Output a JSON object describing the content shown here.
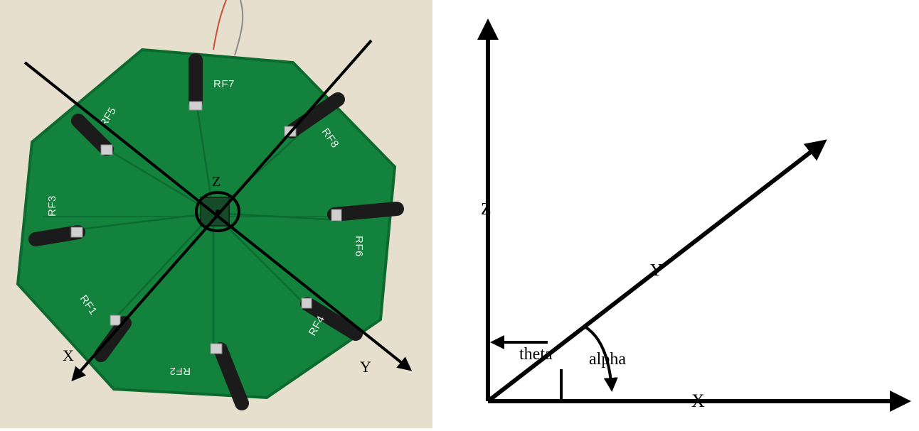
{
  "photo": {
    "background_color": "#e7dfcd",
    "board_color": "#12823c",
    "board_edge_color": "#0c6a2f",
    "antenna_color": "#1b1b1b",
    "axis_labels": {
      "x": "X",
      "y": "Y",
      "z": "Z"
    },
    "antennas": [
      {
        "label": "RF7"
      },
      {
        "label": "RF5"
      },
      {
        "label": "RF8"
      },
      {
        "label": "RF3"
      },
      {
        "label": "RF6"
      },
      {
        "label": "RF1"
      },
      {
        "label": "RF4"
      },
      {
        "label": "RF2"
      }
    ]
  },
  "diagram": {
    "line_color": "#000000",
    "axis_labels": {
      "z": "Z",
      "y": "Y",
      "x": "X"
    },
    "angle_labels": {
      "theta": "theta",
      "alpha": "alpha"
    }
  }
}
